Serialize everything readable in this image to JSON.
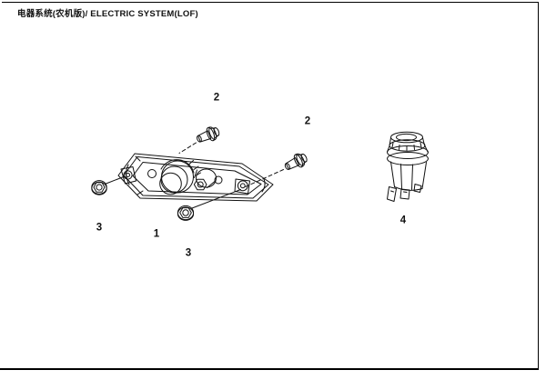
{
  "page": {
    "background": "#ffffff",
    "ink_color": "#121212",
    "border_color": "#000000"
  },
  "header": {
    "title": "电器系统(农机版)/ ELECTRIC SYSTEM(LOF)"
  },
  "diagram": {
    "callouts": {
      "bolt_upper": "2",
      "bolt_right": "2",
      "nut_left": "3",
      "bracket": "1",
      "nut_bottom": "3",
      "socket": "4"
    }
  }
}
